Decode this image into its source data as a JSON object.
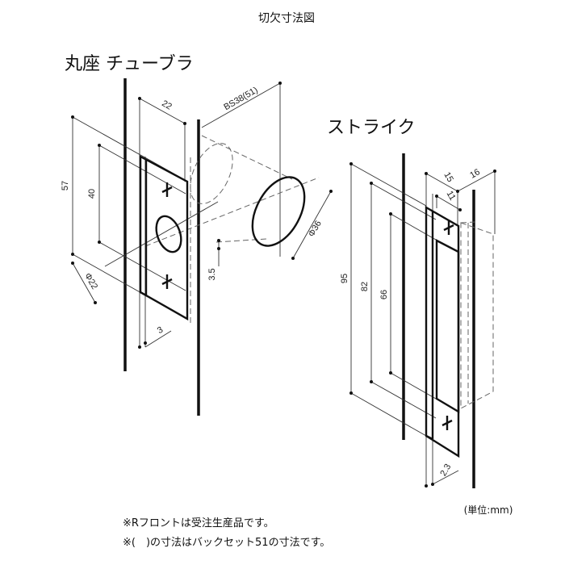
{
  "title": "切欠寸法図",
  "left_part": {
    "heading": "丸座 チューブラ",
    "dims": {
      "height_outer": "57",
      "height_inner": "40",
      "width": "22",
      "backset": "BS38(51)",
      "bore": "Φ36",
      "offset": "3.5",
      "hole": "Φ22",
      "depth": "3"
    }
  },
  "right_part": {
    "heading": "ストライク",
    "dims": {
      "height_outer": "95",
      "height_mid": "82",
      "height_inner": "66",
      "width": "15",
      "depth": "16",
      "inner_width": "11",
      "thickness": "2.3"
    }
  },
  "unit": "(単位:mm)",
  "notes": [
    "※Rフロントは受注生産品です。",
    "※(　)の寸法はバックセット51の寸法です。"
  ]
}
